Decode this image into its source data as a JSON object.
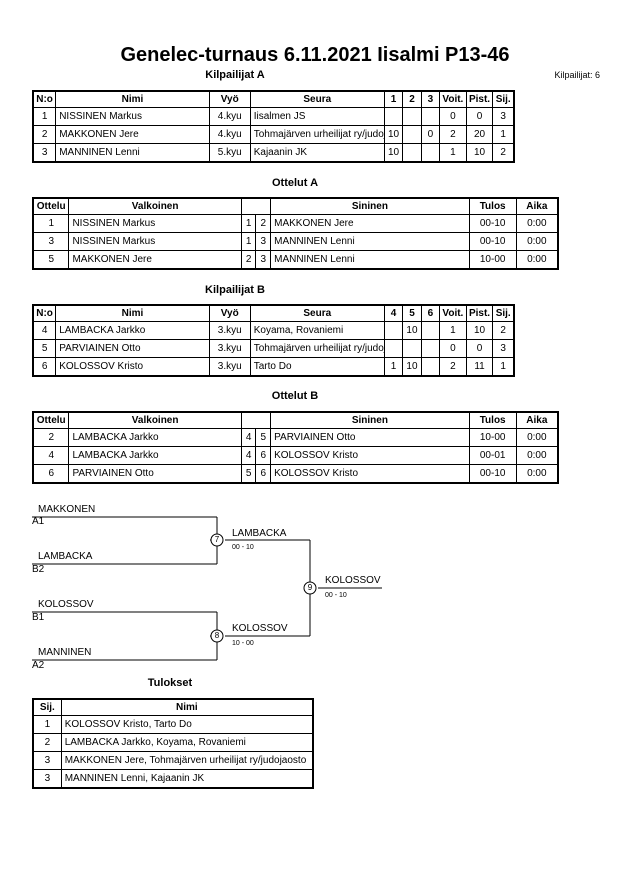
{
  "title": "Genelec-turnaus  6.11.2021  Iisalmi   P13-46",
  "participants_count": "Kilpailijat: 6",
  "competitors_a": {
    "heading": "Kilpailijat A",
    "headers": [
      "N:o",
      "Nimi",
      "Vyö",
      "Seura",
      "1",
      "2",
      "3",
      "Voit.",
      "Pist.",
      "Sij."
    ],
    "rows": [
      [
        "1",
        "NISSINEN Markus",
        "4.kyu",
        "Iisalmen JS",
        "",
        "",
        "",
        "0",
        "0",
        "3"
      ],
      [
        "2",
        "MAKKONEN Jere",
        "4.kyu",
        "Tohmajärven urheilijat ry/judojaosto",
        "10",
        "",
        "0",
        "2",
        "20",
        "1"
      ],
      [
        "3",
        "MANNINEN Lenni",
        "5.kyu",
        "Kajaanin JK",
        "10",
        "",
        "",
        "1",
        "10",
        "2"
      ]
    ]
  },
  "matches_a": {
    "heading": "Ottelut A",
    "headers": [
      "Ottelu",
      "Valkoinen",
      "",
      "",
      "Sininen",
      "Tulos",
      "Aika"
    ],
    "rows": [
      [
        "1",
        "NISSINEN Markus",
        "1",
        "2",
        "MAKKONEN Jere",
        "00-10",
        "0:00"
      ],
      [
        "3",
        "NISSINEN Markus",
        "1",
        "3",
        "MANNINEN Lenni",
        "00-10",
        "0:00"
      ],
      [
        "5",
        "MAKKONEN Jere",
        "2",
        "3",
        "MANNINEN Lenni",
        "10-00",
        "0:00"
      ]
    ]
  },
  "competitors_b": {
    "heading": "Kilpailijat B",
    "headers": [
      "N:o",
      "Nimi",
      "Vyö",
      "Seura",
      "4",
      "5",
      "6",
      "Voit.",
      "Pist.",
      "Sij."
    ],
    "rows": [
      [
        "4",
        "LAMBACKA Jarkko",
        "3.kyu",
        "Koyama, Rovaniemi",
        "",
        "10",
        "",
        "1",
        "10",
        "2"
      ],
      [
        "5",
        "PARVIAINEN Otto",
        "3.kyu",
        "Tohmajärven urheilijat ry/judojaosto",
        "",
        "",
        "",
        "0",
        "0",
        "3"
      ],
      [
        "6",
        "KOLOSSOV Kristo",
        "3.kyu",
        "Tarto Do",
        "1",
        "10",
        "",
        "2",
        "11",
        "1"
      ]
    ]
  },
  "matches_b": {
    "heading": "Ottelut B",
    "headers": [
      "Ottelu",
      "Valkoinen",
      "",
      "",
      "Sininen",
      "Tulos",
      "Aika"
    ],
    "rows": [
      [
        "2",
        "LAMBACKA Jarkko",
        "4",
        "5",
        "PARVIAINEN Otto",
        "10-00",
        "0:00"
      ],
      [
        "4",
        "LAMBACKA Jarkko",
        "4",
        "6",
        "KOLOSSOV Kristo",
        "00-01",
        "0:00"
      ],
      [
        "6",
        "PARVIAINEN Otto",
        "5",
        "6",
        "KOLOSSOV Kristo",
        "00-10",
        "0:00"
      ]
    ]
  },
  "bracket": {
    "semi1_top_name": "MAKKONEN",
    "semi1_top_pos": "A1",
    "semi1_bottom_name": "LAMBACKA",
    "semi1_bottom_pos": "B2",
    "semi2_top_name": "KOLOSSOV",
    "semi2_top_pos": "B1",
    "semi2_bottom_name": "MANNINEN",
    "semi2_bottom_pos": "A2",
    "match7": "7",
    "match7_winner": "LAMBACKA",
    "match7_score": "00 - 10",
    "match8": "8",
    "match8_winner": "KOLOSSOV",
    "match8_score": "10 - 00",
    "match9": "9",
    "match9_winner": "KOLOSSOV",
    "match9_score": "00 - 10"
  },
  "results": {
    "heading": "Tulokset",
    "headers": [
      "Sij.",
      "Nimi"
    ],
    "rows": [
      [
        "1",
        "KOLOSSOV Kristo, Tarto Do"
      ],
      [
        "2",
        "LAMBACKA Jarkko, Koyama, Rovaniemi"
      ],
      [
        "3",
        "MAKKONEN Jere, Tohmajärven urheilijat ry/judojaosto"
      ],
      [
        "3",
        "MANNINEN Lenni, Kajaanin JK"
      ]
    ]
  }
}
